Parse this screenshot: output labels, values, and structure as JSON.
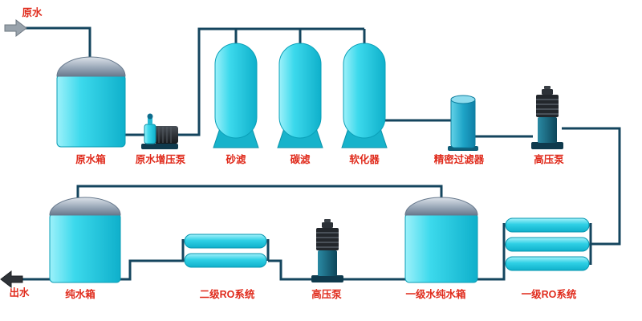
{
  "labels": {
    "raw_water": "原水",
    "raw_water_tank": "原水箱",
    "raw_water_booster_pump": "原水增压泵",
    "sand_filter": "砂滤",
    "carbon_filter": "碳滤",
    "softener": "软化器",
    "precision_filter": "精密过滤器",
    "high_pressure_pump_top": "高压泵",
    "stage1_ro_system": "一级RO系统",
    "stage1_pure_water_tank": "一级水纯水箱",
    "high_pressure_pump_bottom": "高压泵",
    "stage2_ro_system": "二级RO系统",
    "pure_water_tank": "纯水箱",
    "water_outlet": "出水"
  },
  "flow_order": [
    "raw_water",
    "raw_water_tank",
    "raw_water_booster_pump",
    "sand_filter",
    "carbon_filter",
    "softener",
    "precision_filter",
    "high_pressure_pump_top",
    "stage1_ro_system",
    "stage1_pure_water_tank",
    "high_pressure_pump_bottom",
    "stage2_ro_system",
    "pure_water_tank",
    "water_outlet"
  ],
  "colors": {
    "vessel_cyan": "#35d3e8",
    "dome_gray": "#8a97a8",
    "pipe_dark": "#14455e",
    "label_red": "#e02b1c"
  }
}
